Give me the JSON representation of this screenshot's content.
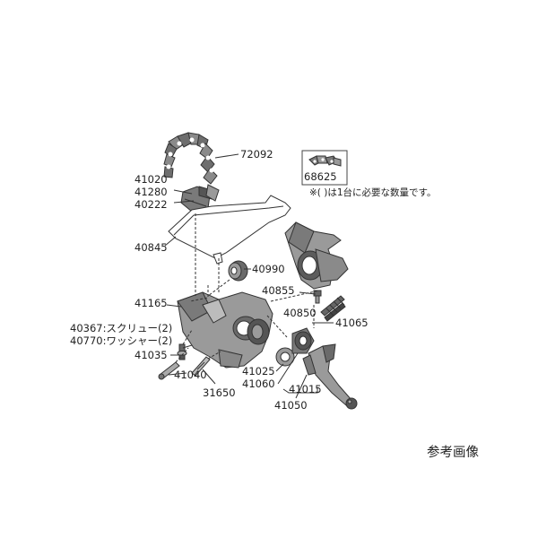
{
  "parts": {
    "p72092": "72092",
    "p41020": "41020",
    "p41280": "41280",
    "p40222": "40222",
    "p40845": "40845",
    "p40990": "40990",
    "p40855": "40855",
    "p41165": "41165",
    "p40850": "40850",
    "p41065": "41065",
    "p40367": "40367:スクリュー(2)",
    "p40770": "40770:ワッシャー(2)",
    "p41035": "41035",
    "p41040": "41040",
    "p31650": "31650",
    "p41025": "41025",
    "p41060": "41060",
    "p41015": "41015",
    "p41050": "41050"
  },
  "inset": {
    "code": "68625"
  },
  "note": "※(    )は1台に必要な数量です。",
  "reference_caption": "参考画像"
}
